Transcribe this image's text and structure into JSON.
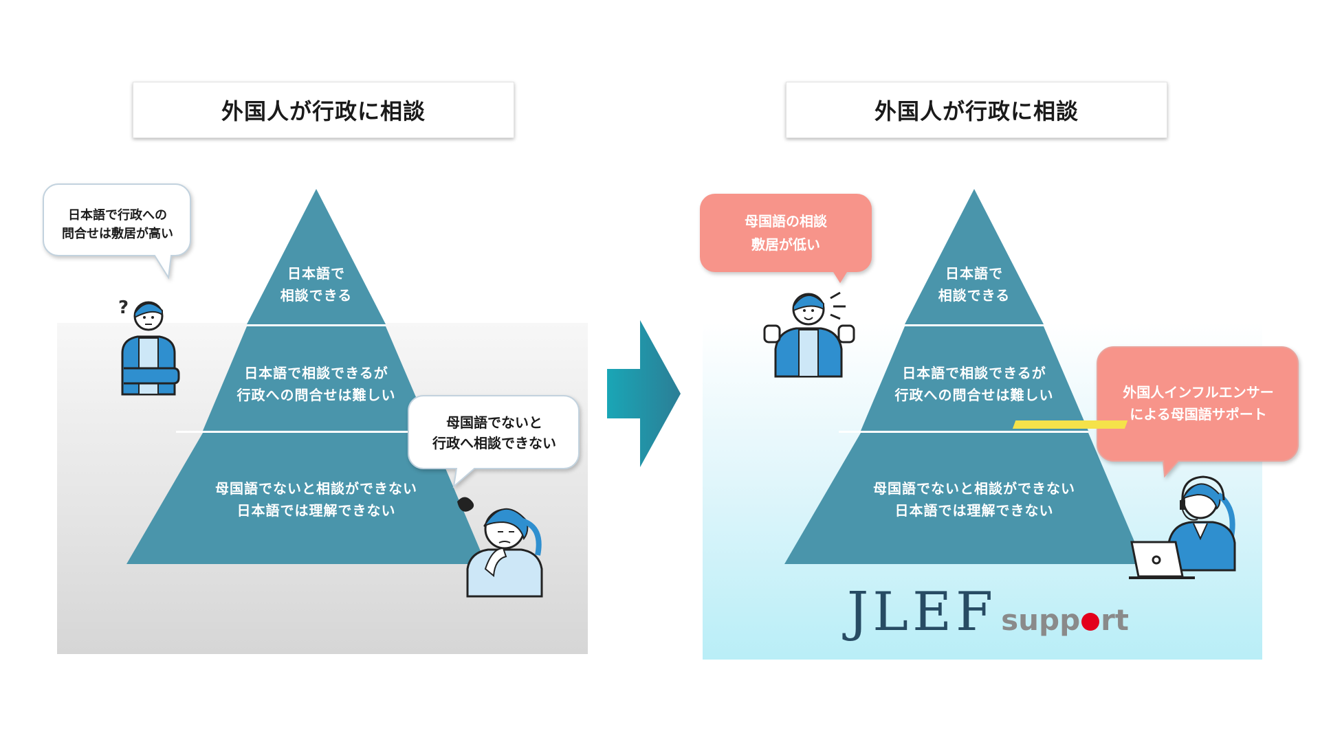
{
  "left": {
    "title": "外国人が行政に相談",
    "pyramid": {
      "top": [
        "日本語で",
        "相談できる"
      ],
      "middle": [
        "日本語で相談できるが",
        "行政への問合せは難しい"
      ],
      "bottom": [
        "母国語でないと相談ができない",
        "日本語では理解できない"
      ]
    },
    "bubble_left": [
      "日本語で行政への",
      "問合せは敷居が高い"
    ],
    "bubble_right": [
      "母国語でないと",
      "行政へ相談できない"
    ]
  },
  "right": {
    "title": "外国人が行政に相談",
    "pyramid": {
      "top": [
        "日本語で",
        "相談できる"
      ],
      "middle": [
        "日本語で相談できるが",
        "行政への問合せは難しい"
      ],
      "bottom": [
        "母国語でないと相談ができない",
        "日本語では理解できない"
      ]
    },
    "bubble_left": [
      "母国語の相談",
      "敷居が低い"
    ],
    "bubble_right_line1": "外国人インフルエンサー",
    "bubble_right_line2_prefix": "による",
    "bubble_right_line2_highlight": "母国語サポート",
    "logo": {
      "main": "JLEF",
      "sub_before": "supp",
      "sub_after": "rt"
    }
  },
  "icons": {
    "arrow": "right-arrow-icon",
    "person_confused": "confused-man-icon",
    "person_worried": "worried-woman-icon",
    "person_happy": "happy-man-icon",
    "person_operator": "headset-operator-icon",
    "laptop": "laptop-icon"
  },
  "colors": {
    "pyramid": "#4a95ab",
    "arrow": "#16a2b4",
    "bubble_coral": "#f7948a",
    "highlight": "#f5e24a",
    "person_blue": "#2f8fcf"
  }
}
